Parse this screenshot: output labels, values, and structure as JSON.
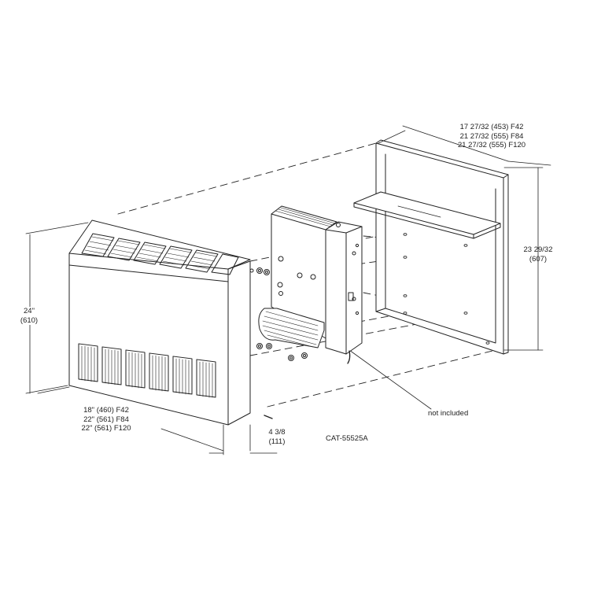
{
  "figure_id": "CAT-55525A",
  "dimensions": {
    "width_top": [
      "17 27/32 (453) F42",
      "21 27/32 (555) F84",
      "21 27/32 (555) F120"
    ],
    "height_back": [
      "23 29/32",
      "(607)"
    ],
    "height_front": [
      "24\"",
      "(610)"
    ],
    "width_bottom": [
      "18\" (460) F42",
      "22\" (561) F84",
      "22\" (561) F120"
    ],
    "depth": [
      "4 3/8",
      "(111)"
    ]
  },
  "callouts": {
    "not_included": "not included"
  }
}
